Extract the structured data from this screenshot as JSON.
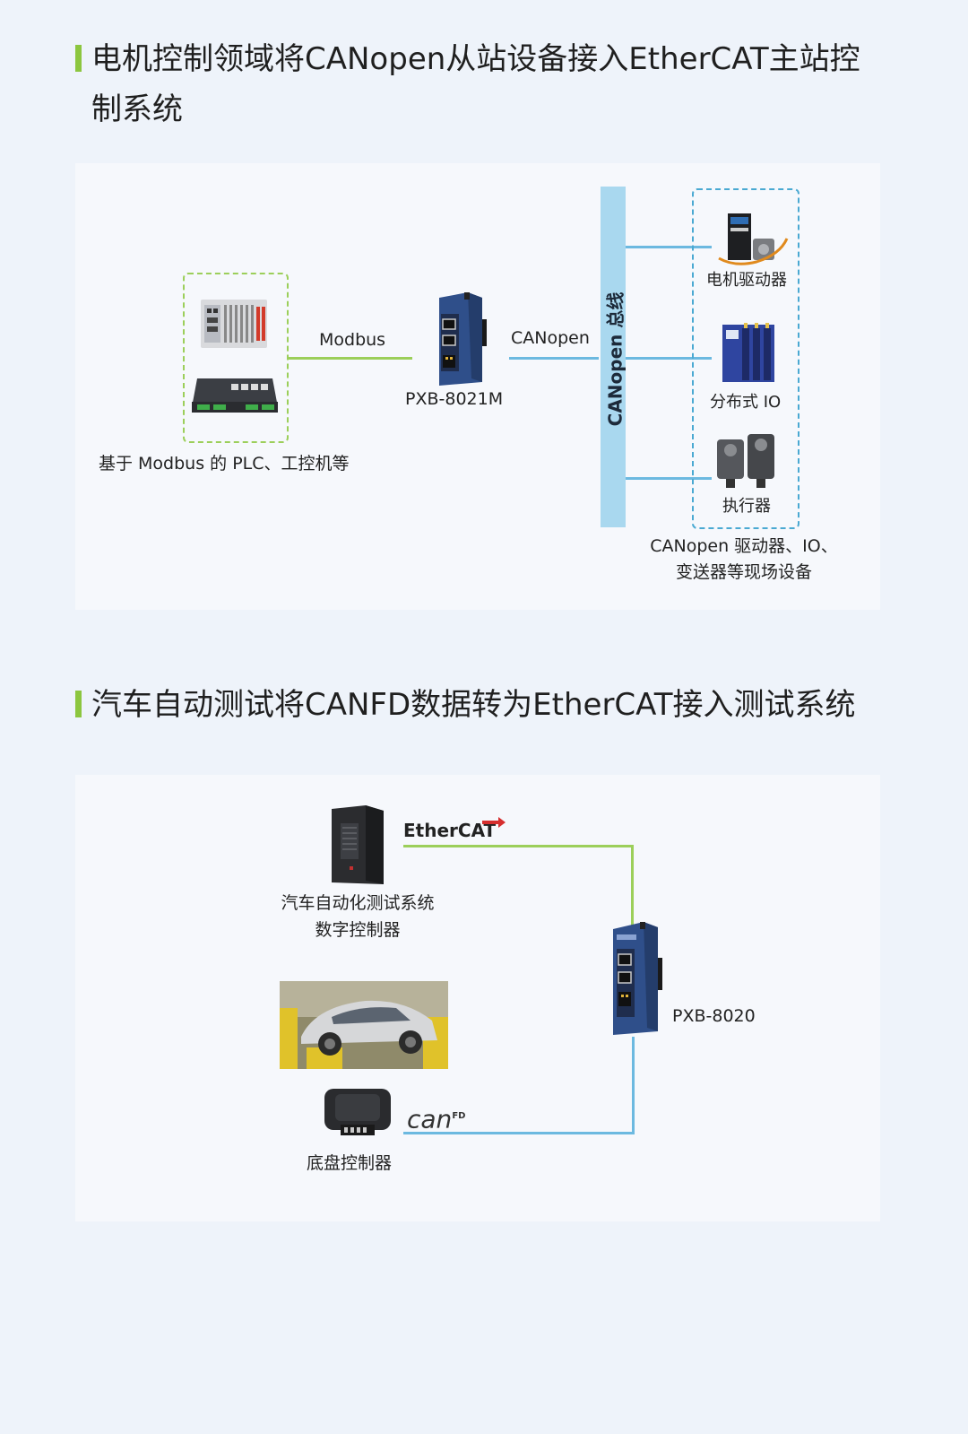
{
  "section1": {
    "title": "电机控制领域将CANopen从站设备接入EtherCAT主站控制系统",
    "left_group_label": "基于 Modbus 的 PLC、工控机等",
    "link_left": "Modbus",
    "gateway": "PXB-8021M",
    "link_right": "CANopen",
    "bus_label": "CANopen 总线",
    "devices": [
      "电机驱动器",
      "分布式 IO",
      "执行器"
    ],
    "right_group_label_line1": "CANopen 驱动器、IO、",
    "right_group_label_line2": "变送器等现场设备"
  },
  "section2": {
    "title": "汽车自动测试将CANFD数据转为EtherCAT接入测试系统",
    "ethercat_logo": "EtherCAT",
    "controller_label_line1": "汽车自动化测试系统",
    "controller_label_line2": "数字控制器",
    "gateway": "PXB-8020",
    "canfd_logo": "can",
    "canfd_sup": "FD",
    "chassis_label": "底盘控制器"
  },
  "colors": {
    "accent_green": "#8cc63f",
    "line_green": "#9ccf5a",
    "line_blue": "#6cb9e0",
    "bus_blue": "#a9d8ef",
    "background": "#eef3fa",
    "panel": "#f6f8fc"
  }
}
